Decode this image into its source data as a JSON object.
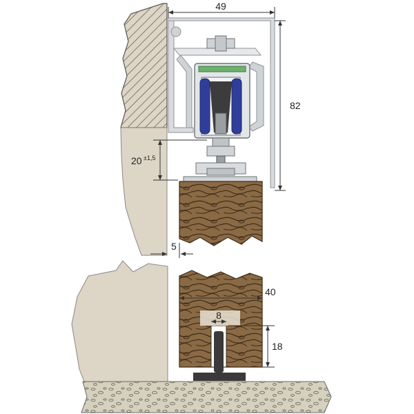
{
  "dimensions": {
    "track_width": "49",
    "track_height": "82",
    "gap_to_door": "20",
    "gap_tolerance": "±1,5",
    "wall_clearance": "5",
    "door_thickness": "40",
    "guide_groove_width": "8",
    "guide_groove_depth": "18"
  },
  "colors": {
    "wall": "#ddd5c6",
    "wall_hatch": "#6b6454",
    "wood": "#8a6a45",
    "wood_grain": "#3f2c18",
    "aluminium": "#d9dcde",
    "aluminium_edge": "#8e9396",
    "wheel_blue": "#2f3f99",
    "wheel_dark": "#3c3c3c",
    "floor": "#d6d1bf",
    "guide": "#3a3a3a",
    "dimension_line": "#333333"
  }
}
